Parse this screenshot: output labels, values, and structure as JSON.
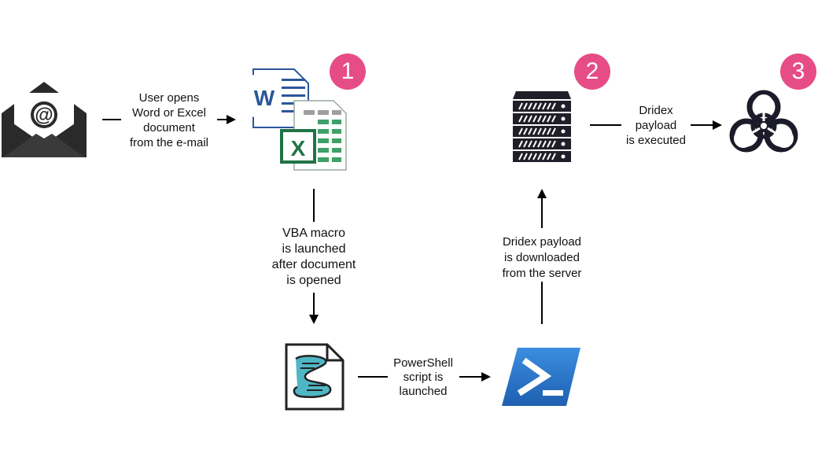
{
  "badges": {
    "step1": "1",
    "step2": "2",
    "step3": "3"
  },
  "labels": {
    "email_to_docs": [
      "User opens",
      "Word or Excel",
      "document",
      "from the e-mail"
    ],
    "docs_to_script": [
      "VBA macro",
      "is launched",
      "after document",
      "is opened"
    ],
    "script_to_powershell": [
      "PowerShell",
      "script is",
      "launched"
    ],
    "powershell_to_server": [
      "Dridex payload",
      "is downloaded",
      "from the server"
    ],
    "server_to_biohazard": [
      "Dridex",
      "payload",
      "is executed"
    ]
  },
  "icons": {
    "email": "email-envelope-icon",
    "word": "microsoft-word-icon",
    "excel": "microsoft-excel-icon",
    "script": "script-scroll-icon",
    "powershell": "powershell-icon",
    "server": "server-icon",
    "biohazard": "biohazard-icon"
  },
  "colors": {
    "badge": "#e64d86",
    "word_blue": "#2b579a",
    "excel_green": "#217346",
    "powershell_blue": "#2671be",
    "dark": "#222222",
    "script_teal": "#4fb6c5"
  }
}
